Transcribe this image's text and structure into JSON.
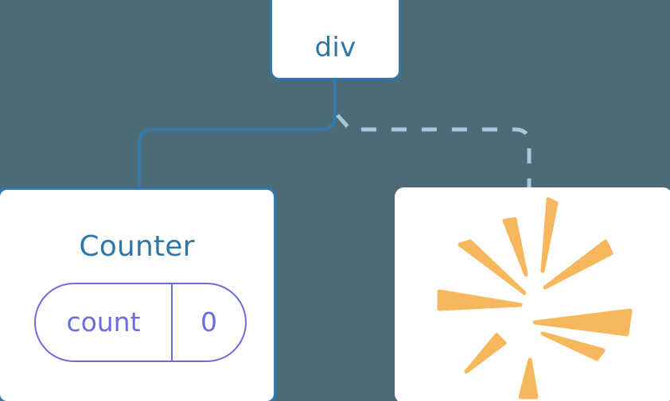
{
  "diagram": {
    "title": "React component tree with re-render highlight",
    "background_color": "#4d6b76",
    "nodes": [
      {
        "id": "div",
        "label": "div",
        "kind": "element-node",
        "border_color": "#3178ae",
        "fill_color": "#ffffff",
        "text_color": "#2e77a6"
      },
      {
        "id": "counter",
        "label": "Counter",
        "kind": "component-node",
        "border_color": "#3178ae",
        "fill_color": "#ffffff",
        "text_color": "#2e77a6",
        "state": {
          "key": "count",
          "value": "0",
          "pill_color": "#6c6ce0"
        }
      },
      {
        "id": "sparkle",
        "label": "",
        "kind": "rerender-node",
        "border_color": "none",
        "fill_color": "#ffffff",
        "burst_color": "#f7b75c",
        "burst_ray_count": 10
      }
    ],
    "edges": [
      {
        "id": "div-to-counter",
        "from": "div",
        "to": "counter",
        "style": "solid",
        "color": "#2e7bb0"
      },
      {
        "id": "div-to-sparkle",
        "from": "div",
        "to": "sparkle",
        "style": "dashed",
        "color": "#a8c6dc"
      }
    ]
  }
}
